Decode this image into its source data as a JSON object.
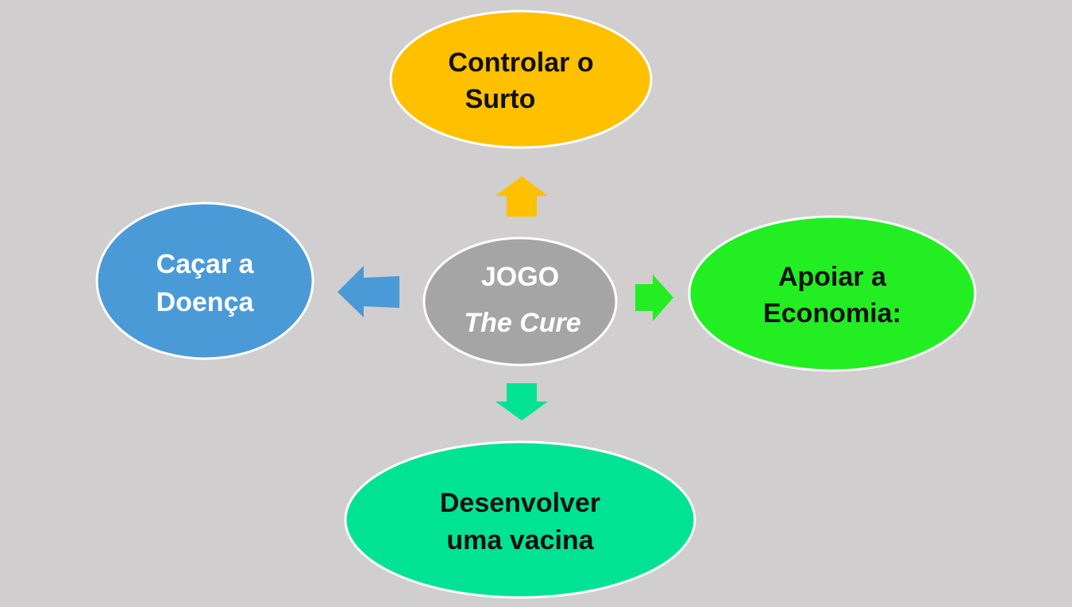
{
  "center": {
    "line1": "JOGO",
    "line2": "The Cure",
    "color": "#a5a5a5"
  },
  "nodes": {
    "top": {
      "line1": "Controlar o",
      "line2": "Surto",
      "color": "#ffc000"
    },
    "left": {
      "line1": "Caçar a",
      "line2": "Doença",
      "color": "#4a9ad8"
    },
    "right": {
      "line1": "Apoiar a",
      "line2": "Economia:",
      "color": "#22ee22"
    },
    "bottom": {
      "line1": "Desenvolver",
      "line2": "uma vacina",
      "color": "#00e394"
    }
  }
}
